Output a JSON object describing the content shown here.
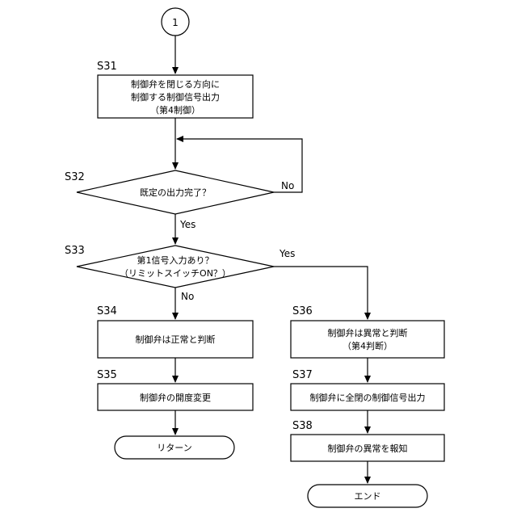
{
  "connector": {
    "label": "1"
  },
  "steps": {
    "s31": {
      "label": "S31",
      "lines": [
        "制御弁を閉じる方向に",
        "制御する制御信号出力",
        "（第4制御）"
      ]
    },
    "s32": {
      "label": "S32",
      "lines": [
        "既定の出力完了？"
      ]
    },
    "s33": {
      "label": "S33",
      "lines": [
        "第1信号入力あり？",
        "（リミットスイッチON？）"
      ]
    },
    "s34": {
      "label": "S34",
      "lines": [
        "制御弁は正常と判断"
      ]
    },
    "s35": {
      "label": "S35",
      "lines": [
        "制御弁の開度変更"
      ]
    },
    "s36": {
      "label": "S36",
      "lines": [
        "制御弁は異常と判断",
        "（第4判断）"
      ]
    },
    "s37": {
      "label": "S37",
      "lines": [
        "制御弁に全閉の制御信号出力"
      ]
    },
    "s38": {
      "label": "S38",
      "lines": [
        "制御弁の異常を報知"
      ]
    }
  },
  "terminals": {
    "return": {
      "label": "リターン"
    },
    "end": {
      "label": "エンド"
    }
  },
  "branches": {
    "s32_no": "No",
    "s32_yes": "Yes",
    "s33_yes": "Yes",
    "s33_no": "No"
  }
}
